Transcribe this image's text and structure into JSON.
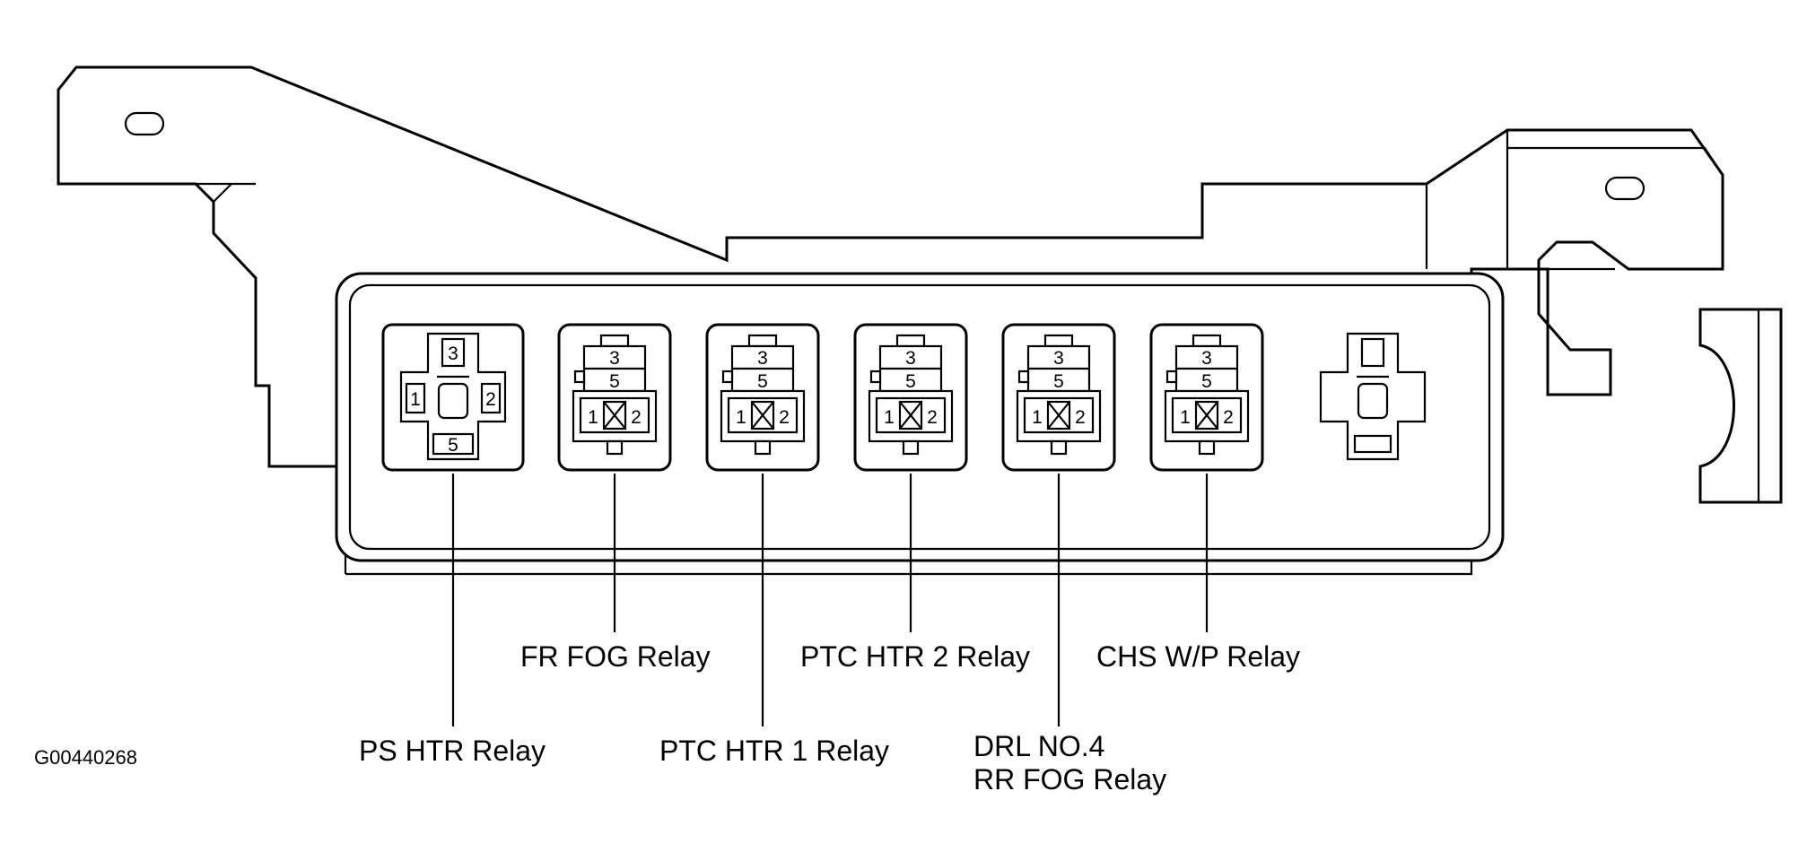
{
  "diagram": {
    "reference_code": "G00440268",
    "relays": [
      {
        "id": "ps_htr",
        "label": "PS HTR Relay",
        "style": "cross",
        "pins": {
          "top": "3",
          "left": "1",
          "right": "2",
          "bottom": "5"
        }
      },
      {
        "id": "fr_fog",
        "label": "FR FOG Relay",
        "style": "micro",
        "pins": {
          "a": "3",
          "b": "5",
          "c": "1",
          "d": "2"
        }
      },
      {
        "id": "ptc_htr_1",
        "label": "PTC HTR 1 Relay",
        "style": "micro",
        "pins": {
          "a": "3",
          "b": "5",
          "c": "1",
          "d": "2"
        }
      },
      {
        "id": "ptc_htr_2",
        "label": "PTC HTR 2 Relay",
        "style": "micro",
        "pins": {
          "a": "3",
          "b": "5",
          "c": "1",
          "d": "2"
        }
      },
      {
        "id": "drl_rr_fog",
        "label_line1": "DRL NO.4",
        "label_line2": "RR FOG Relay",
        "style": "micro",
        "pins": {
          "a": "3",
          "b": "5",
          "c": "1",
          "d": "2"
        }
      },
      {
        "id": "chs_wp",
        "label": "CHS W/P Relay",
        "style": "micro",
        "pins": {
          "a": "3",
          "b": "5",
          "c": "1",
          "d": "2"
        }
      },
      {
        "id": "unlabeled",
        "style": "cross-empty"
      }
    ]
  }
}
